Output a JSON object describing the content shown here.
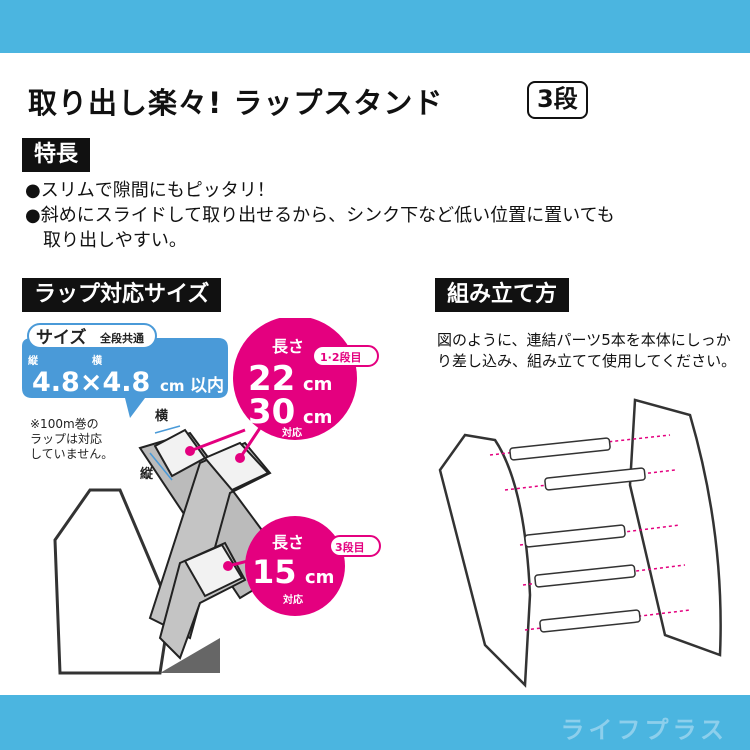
{
  "brand": "ライフプラス",
  "header": {
    "title": "取り出し楽々! ラップスタンド",
    "tier_badge": "3段"
  },
  "features": {
    "label": "特長",
    "bullets": [
      "●スリムで隙間にもピッタリ！",
      "●斜めにスライドして取り出せるから、シンク下など低い位置に置いても",
      "　取り出しやすい。"
    ]
  },
  "sizes": {
    "label": "ラップ対応サイズ",
    "bubble": {
      "title": "サイズ",
      "subtitle": "全段共通",
      "tate": "縦",
      "yoko": "横",
      "value": "4.8×4.8",
      "unit": "cm",
      "suffix": "以内"
    },
    "note": [
      "※100m巻の",
      "ラップは対応",
      "していません。"
    ],
    "diagram_labels": {
      "yoko": "横",
      "tate": "縦"
    },
    "tiers12": {
      "length_label": "長さ",
      "badge": "1·2段目",
      "value1": "22",
      "value2": "30",
      "unit": "cm",
      "suffix": "対応"
    },
    "tier3": {
      "length_label": "長さ",
      "badge": "3段目",
      "value": "15",
      "unit": "cm",
      "suffix": "対応"
    }
  },
  "assembly": {
    "label": "組み立て方",
    "text": "図のように、連結パーツ5本を本体にしっかり差し込み、組み立てて使用してください。"
  },
  "colors": {
    "accent_blue": "#4bb5e0",
    "bubble_blue": "#4a9ad8",
    "magenta": "#e4007f"
  }
}
